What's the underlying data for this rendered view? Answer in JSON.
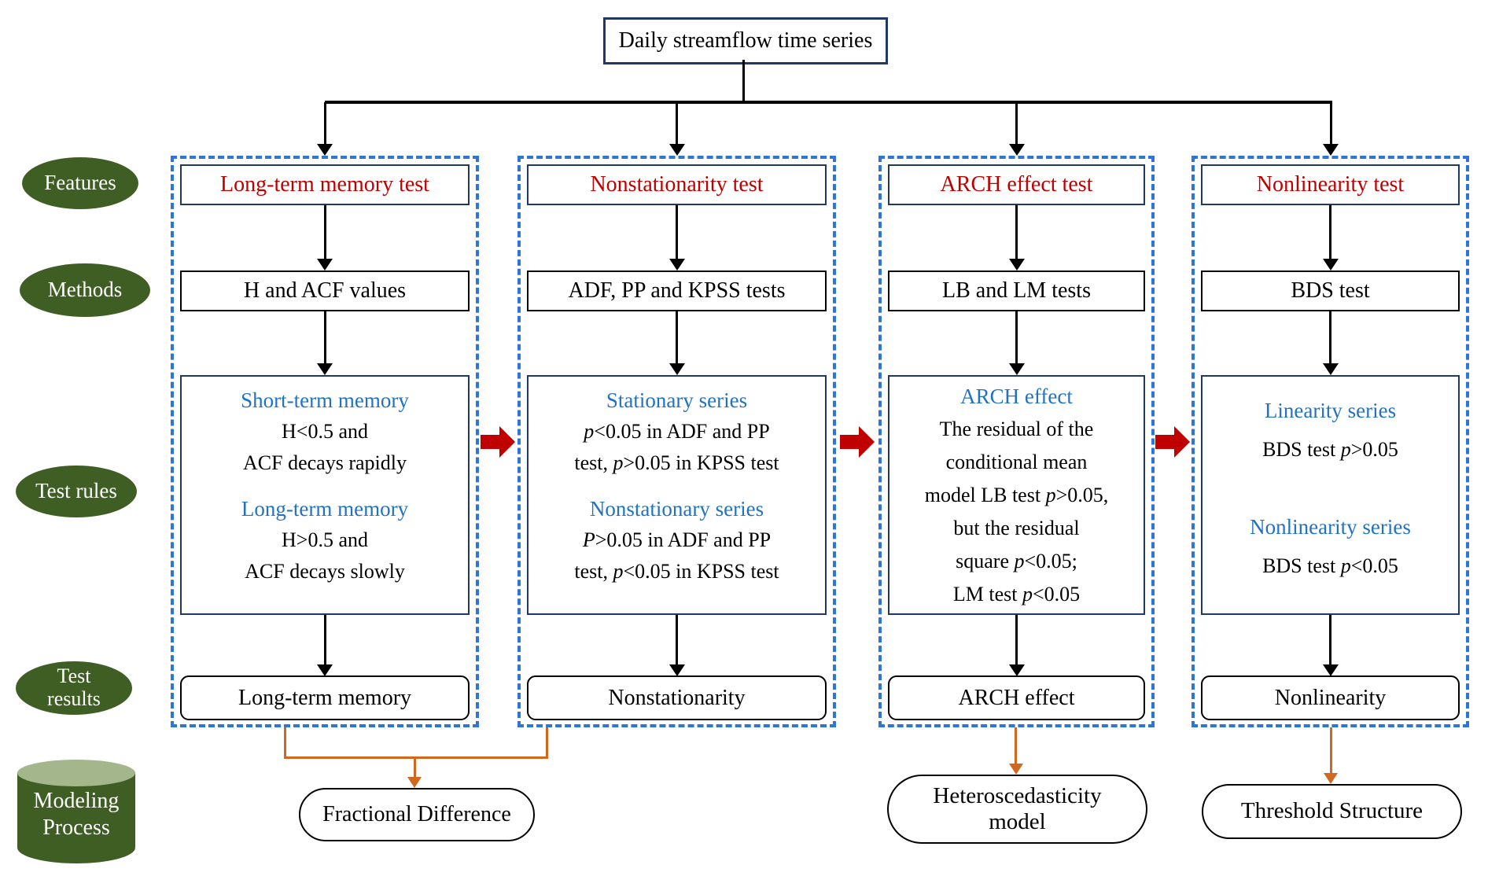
{
  "colors": {
    "navy": "#1f3864",
    "red": "#c00000",
    "blue": "#2173c2",
    "dashedblue": "#2e75d6",
    "green": "#3f5e23",
    "greenlight": "#a4b68c",
    "orange": "#d2671f",
    "ink": "#000000"
  },
  "top_box": {
    "label": "Daily streamflow time series"
  },
  "row_labels": {
    "features": "Features",
    "methods": "Methods",
    "test_rules": "Test rules",
    "test_results": "Test results",
    "modeling_process": "Modeling Process"
  },
  "columns": [
    {
      "feature": "Long-term memory test",
      "method": "H and ACF values",
      "rule_groups": [
        {
          "heading": "Short-term memory",
          "lines": [
            "H<0.5 and",
            "ACF decays rapidly"
          ]
        },
        {
          "heading": "Long-term memory",
          "lines": [
            "H>0.5 and",
            "ACF decays slowly"
          ]
        }
      ],
      "result": "Long-term memory"
    },
    {
      "feature": "Nonstationarity test",
      "method": "ADF, PP and KPSS tests",
      "rule_groups": [
        {
          "heading": "Stationary series",
          "lines": [
            "p<0.05 in ADF and PP",
            "test, p>0.05 in KPSS test"
          ]
        },
        {
          "heading": "Nonstationary series",
          "lines": [
            "P>0.05 in ADF and PP",
            "test, p<0.05 in KPSS test"
          ]
        }
      ],
      "result": "Nonstationarity"
    },
    {
      "feature": "ARCH effect test",
      "method": "LB and LM tests",
      "rule_groups": [
        {
          "heading": "ARCH effect",
          "lines": [
            "The residual of the",
            "conditional mean",
            "model LB test p>0.05,",
            "but the residual",
            "square p<0.05;",
            "LM test p<0.05"
          ]
        }
      ],
      "result": "ARCH effect"
    },
    {
      "feature": "Nonlinearity test",
      "method": "BDS test",
      "rule_groups": [
        {
          "heading": "Linearity series",
          "lines": [
            "BDS test p>0.05"
          ]
        },
        {
          "heading": "Nonlinearity series",
          "lines": [
            "BDS test p<0.05"
          ]
        }
      ],
      "result": "Nonlinearity"
    }
  ],
  "outputs": {
    "fractional": "Fractional Difference",
    "heteroscedasticity": "Heteroscedasticity model",
    "threshold": "Threshold Structure"
  }
}
